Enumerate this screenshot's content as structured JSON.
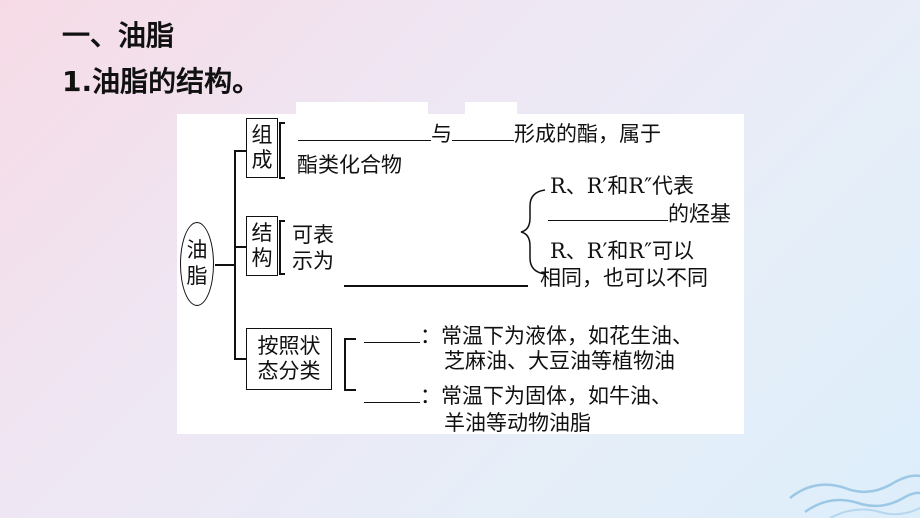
{
  "heading": "一、油脂",
  "subheading": "1.油脂的结构。",
  "root": "油\n脂",
  "composition": {
    "label": "组\n成",
    "text_mid1": "与",
    "text_mid2": "形成的酯，属于",
    "text_line2": "酯类化合物"
  },
  "structure": {
    "label": "结\n构",
    "can_express": "可表",
    "as": "示为",
    "note1": "R、R′和R″代表",
    "note2": "的烃基",
    "note3": "R、R′和R″可以",
    "note4": "相同，也可以不同"
  },
  "classification": {
    "label": "按照状\n态分类",
    "item1_line1": "：常温下为液体，如花生油、",
    "item1_line2": "芝麻油、大豆油等植物油",
    "item2_line1": "：常温下为固体，如牛油、",
    "item2_line2": "羊油等动物油脂"
  }
}
